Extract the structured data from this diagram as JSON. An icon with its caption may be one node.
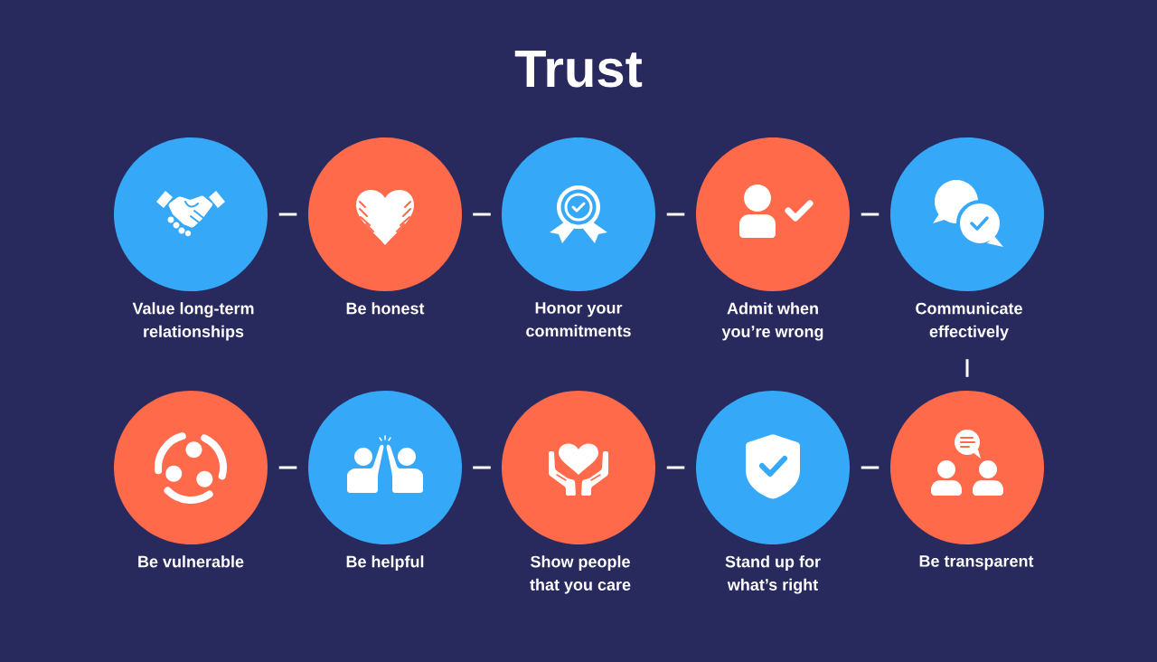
{
  "diagram": {
    "title": "Trust",
    "nodes": [
      {
        "text": [
          "Value long-term relationships"
        ]
      },
      {
        "text": [
          "Be honest"
        ]
      },
      {
        "text": [
          "Honor your commitments"
        ]
      },
      {
        "text": [
          "Admit when you’re wrong"
        ]
      },
      {
        "text": [
          "Communicate effectively"
        ]
      },
      {
        "text": [
          "Be vulnerable"
        ]
      },
      {
        "text": [
          "Be helpful"
        ]
      },
      {
        "text": [
          "Show people that you care"
        ]
      },
      {
        "text": [
          "Stand up for what’s right"
        ]
      },
      {
        "text": [
          "Be transparent"
        ]
      }
    ],
    "edges": [
      {
        "from": 0,
        "to": 1,
        "arrow": "none"
      },
      {
        "from": 1,
        "to": 2,
        "arrow": "none"
      },
      {
        "from": 2,
        "to": 3,
        "arrow": "none"
      },
      {
        "from": 3,
        "to": 4,
        "arrow": "none"
      },
      {
        "from": 4,
        "to": 9,
        "arrow": "none"
      },
      {
        "from": 5,
        "to": 6,
        "arrow": "none"
      },
      {
        "from": 6,
        "to": 7,
        "arrow": "none"
      },
      {
        "from": 7,
        "to": 8,
        "arrow": "none"
      },
      {
        "from": 8,
        "to": 9,
        "arrow": "none"
      }
    ]
  }
}
